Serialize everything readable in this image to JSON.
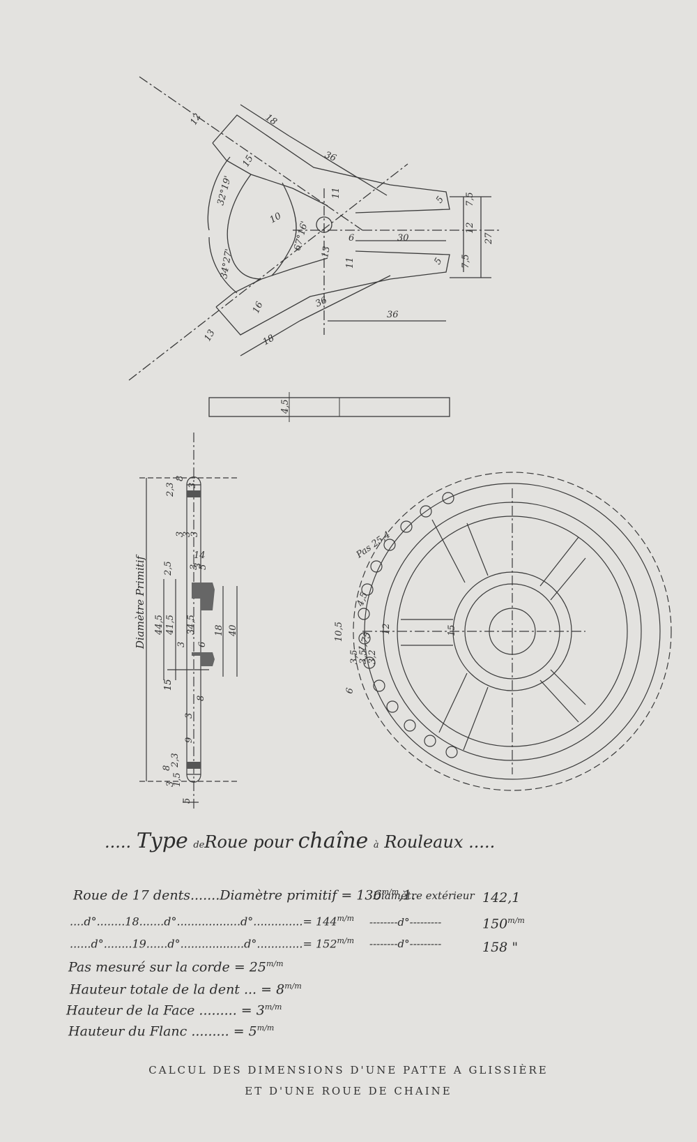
{
  "drawing": {
    "patte_dims": [
      "18",
      "12",
      "15",
      "36",
      "32°19'",
      "11",
      "5",
      "7,5",
      "12",
      "10",
      "6",
      "67°16'",
      "30",
      "27",
      "34°27'",
      "16",
      "36",
      "7,5",
      "13",
      "11",
      "5",
      "36",
      "18",
      "13"
    ],
    "bar_dim": "4,5",
    "wheel_side_dims": [
      "2,3",
      "8",
      "3",
      "3",
      "3",
      "3",
      "3",
      "14",
      "2,5",
      "3",
      "5",
      "15",
      "44,5",
      "41,5",
      "34,5",
      "18",
      "40",
      "3",
      "6",
      "15",
      "8",
      "3",
      "9",
      "8",
      "2,3",
      "3",
      "1,5",
      "5"
    ],
    "side_label": "Diamètre Primitif",
    "wheel_front_dims": [
      "Pas 25,4",
      "4,5",
      "10,5",
      "12",
      "15",
      "3,5",
      "3,5",
      "3,2",
      "1,75",
      "6"
    ]
  },
  "title": {
    "left_dash": ".....",
    "text_type": "Type",
    "text_de": "de",
    "text_roue": "Roue",
    "text_pour": "pour",
    "text_chaine": "chaîne",
    "text_a": "à",
    "text_rouleaux": "Rouleaux",
    "right_dash": "....."
  },
  "table": {
    "row1": {
      "a": "Roue de 17 dents.......Diamètre primitif = 136",
      "u": "m/m",
      "b": ",1.",
      "c": "Diamètre extérieur",
      "d": "142,1"
    },
    "row2": {
      "a": "....d°........18.......d°..................d°..............= 144",
      "u": "m/m",
      "c": "--------d°---------",
      "d": "150",
      "du": "m/m"
    },
    "row3": {
      "a": "......d°........19......d°..................d°.............= 152",
      "u": "m/m",
      "c": "--------d°---------",
      "d": "158",
      "du": "\""
    },
    "row4": {
      "a": "Pas mesuré sur la corde = 25",
      "u": "m/m"
    },
    "row5": {
      "a": "Hauteur totale de la dent ... = 8",
      "u": "m/m"
    },
    "row6": {
      "a": "Hauteur de la Face ......... = 3",
      "u": "m/m"
    },
    "row7": {
      "a": "Hauteur du Flanc ......... = 5",
      "u": "m/m"
    }
  },
  "caption": {
    "line1": "CALCUL DES DIMENSIONS D'UNE PATTE A GLISSIÈRE",
    "line2": "ET D'UNE ROUE DE CHAINE"
  }
}
